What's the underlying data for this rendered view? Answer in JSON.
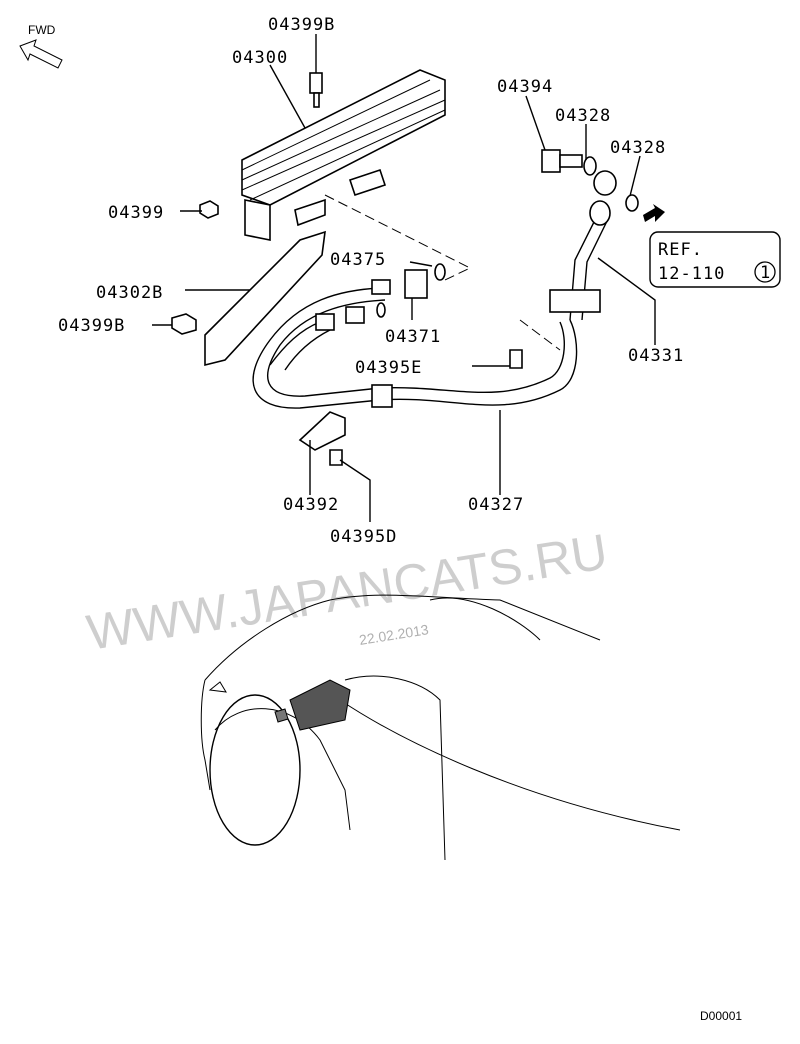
{
  "fwd_label": "FWD",
  "parts": {
    "p04399B_top": "04399B",
    "p04300": "04300",
    "p04394": "04394",
    "p04328_a": "04328",
    "p04328_b": "04328",
    "p04399": "04399",
    "p04375": "04375",
    "p04302B": "04302B",
    "p04399B_left": "04399B",
    "p04371": "04371",
    "p04331": "04331",
    "p04395E": "04395E",
    "p04392": "04392",
    "p04327": "04327",
    "p04395D": "04395D"
  },
  "ref": {
    "line1": "REF.",
    "line2": "12-110",
    "circle": "1"
  },
  "watermark": {
    "text": "WWW.JAPANCATS.RU",
    "date": "22.02.2013"
  },
  "diagram_code": "D00001"
}
